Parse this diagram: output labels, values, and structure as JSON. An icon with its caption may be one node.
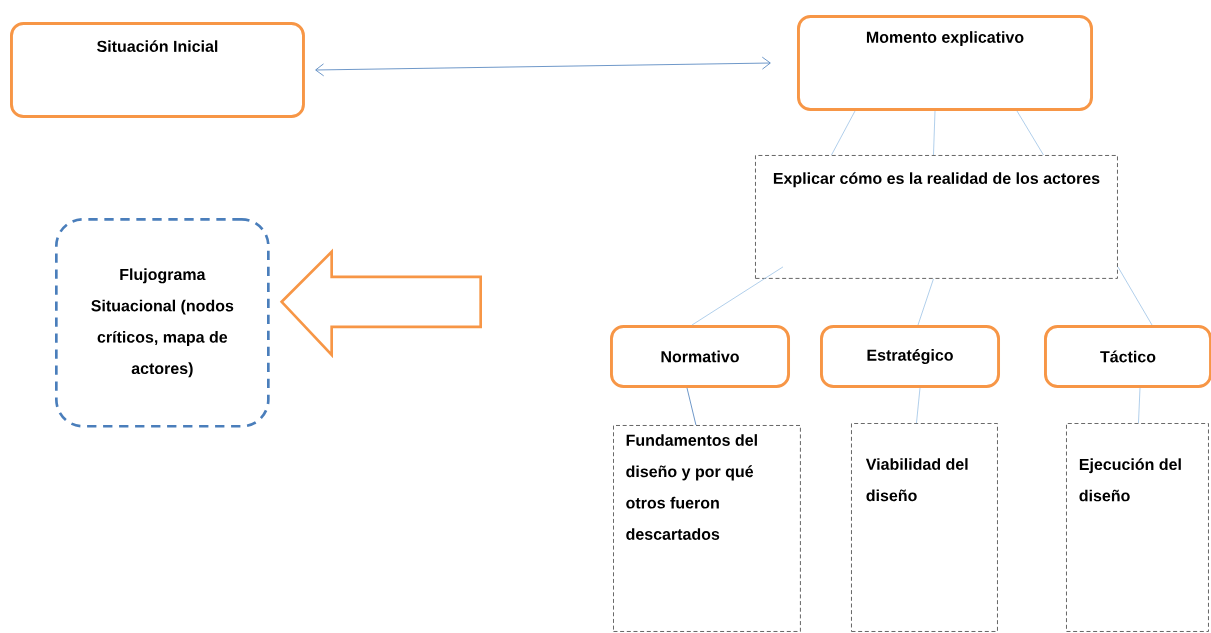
{
  "diagram": {
    "nodes": [
      {
        "text": [
          "Situación Inicial"
        ]
      },
      {
        "text": [
          "Momento explicativo"
        ]
      },
      {
        "text": [
          "Explicar cómo es la realidad de los actores"
        ]
      },
      {
        "text": [
          "Flujograma Situacional (nodos críticos, mapa de actores)"
        ]
      },
      {
        "text": [
          "Normativo"
        ]
      },
      {
        "text": [
          "Estratégico"
        ]
      },
      {
        "text": [
          "Táctico"
        ]
      },
      {
        "text": [
          "Fundamentos del diseño y por qué otros fueron descartados"
        ]
      },
      {
        "text": [
          "Viabilidad del diseño"
        ]
      },
      {
        "text": [
          "Ejecución del diseño"
        ]
      }
    ],
    "edges": [
      {
        "from": 0,
        "to": 1,
        "arrow": "both",
        "color": "#4a7ebb"
      },
      {
        "from": 1,
        "to": 2,
        "arrow": "none"
      },
      {
        "from": 1,
        "to": 2,
        "arrow": "none"
      },
      {
        "from": 1,
        "to": 2,
        "arrow": "none"
      },
      {
        "from": 2,
        "to": 4,
        "arrow": "none"
      },
      {
        "from": 2,
        "to": 5,
        "arrow": "none"
      },
      {
        "from": 2,
        "to": 6,
        "arrow": "none"
      },
      {
        "from": 4,
        "to": 7,
        "arrow": "none",
        "color": "#4a7ebb"
      },
      {
        "from": 5,
        "to": 8,
        "arrow": "none"
      },
      {
        "from": 6,
        "to": 9,
        "arrow": "none"
      },
      {
        "from": null,
        "to": 3,
        "arrow": "to",
        "style": "thick",
        "color": "#f79646"
      }
    ]
  }
}
